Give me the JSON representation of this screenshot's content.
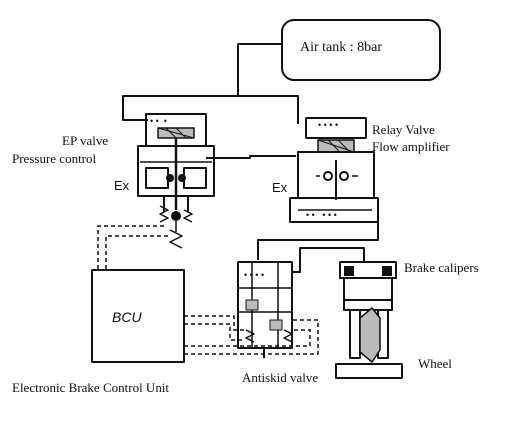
{
  "labels": {
    "air_tank": "Air tank : 8bar",
    "ep_valve_line1": "EP valve",
    "ep_valve_line2": "Pressure control",
    "relay_valve_line1": "Relay Valve",
    "relay_valve_line2": "Flow amplifier",
    "ex_left": "Ex",
    "ex_right": "Ex",
    "bcu": "BCU",
    "bcu_caption": "Electronic Brake Control Unit",
    "antiskid": "Antiskid valve",
    "brake_calipers": "Brake calipers",
    "wheel": "Wheel"
  }
}
